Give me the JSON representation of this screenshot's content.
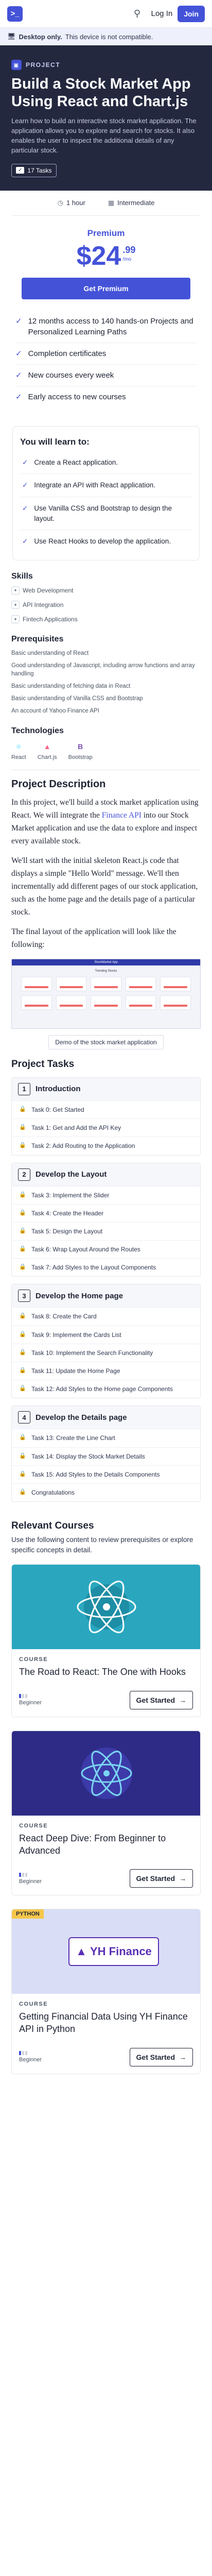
{
  "header": {
    "join_label": "Join",
    "login_label": "Log In"
  },
  "banner": {
    "strong": "Desktop only.",
    "text": "This device is not compatible."
  },
  "hero": {
    "kicker": "PROJECT",
    "title": "Build a Stock Market App Using React and Chart.js",
    "description": "Learn how to build an interactive stock market application. The application allows you to explore and search for stocks. It also enables the user to inspect the additional details of any particular stock.",
    "tasks_label": "17 Tasks"
  },
  "meta": {
    "duration": "1 hour",
    "level": "Intermediate"
  },
  "pricing": {
    "plan": "Premium",
    "dollars": "$24",
    "cents": ".99",
    "per": "/mo",
    "button": "Get Premium",
    "features": [
      "12 months access to 140 hands-on Projects and Personalized Learning Paths",
      "Completion certificates",
      "New courses every week",
      "Early access to new courses"
    ]
  },
  "learn": {
    "title": "You will learn to:",
    "items": [
      "Create a React application.",
      "Integrate an API with React application.",
      "Use Vanilla CSS and Bootstrap to design the layout.",
      "Use React Hooks to develop the application."
    ]
  },
  "skills": {
    "title": "Skills",
    "items": [
      "Web Development",
      "API Integration",
      "Fintech Applications"
    ]
  },
  "prereq": {
    "title": "Prerequisites",
    "items": [
      "Basic understanding of React",
      "Good understanding of Javascript, including arrow functions and array handling",
      "Basic understanding of fetching data in React",
      "Basic understanding of Vanilla CSS and Bootstrap",
      "An account of Yahoo Finance API"
    ]
  },
  "tech": {
    "title": "Technologies",
    "items": [
      "React",
      "Chart.js",
      "Bootstrap"
    ]
  },
  "description": {
    "title": "Project Description",
    "p1_a": "In this project, we'll build a stock market application using React. We will integrate the ",
    "p1_link": "Finance API",
    "p1_b": " into our Stock Market application and use the data to explore and inspect every available stock.",
    "p2": "We'll start with the initial skeleton React.js code that displays a simple \"Hello World\" message. We'll then incrementally add different pages of our stock application, such as the home page and the details page of a particular stock.",
    "p3": "The final layout of the application will look like the following:",
    "demo_header": "StockMarket App",
    "demo_title": "Trending Stocks",
    "caption": "Demo of the stock market application"
  },
  "tasks": {
    "title": "Project Tasks",
    "chapters": [
      {
        "num": "1",
        "title": "Introduction",
        "items": [
          "Task 0: Get Started",
          "Task 1: Get and Add the API Key",
          "Task 2: Add Routing to the Application"
        ]
      },
      {
        "num": "2",
        "title": "Develop the Layout",
        "items": [
          "Task 3: Implement the Slider",
          "Task 4: Create the Header",
          "Task 5: Design the Layout",
          "Task 6: Wrap Layout Around the Routes",
          "Task 7: Add Styles to the Layout Components"
        ]
      },
      {
        "num": "3",
        "title": "Develop the Home page",
        "items": [
          "Task 8: Create the Card",
          "Task 9: Implement the Cards List",
          "Task 10: Implement the Search Functionality",
          "Task 11: Update the Home Page",
          "Task 12: Add Styles to the Home page Components"
        ]
      },
      {
        "num": "4",
        "title": "Develop the Details page",
        "items": [
          "Task 13: Create the Line Chart",
          "Task 14: Display the Stock Market Details",
          "Task 15: Add Styles to the Details Components",
          "Congratulations"
        ]
      }
    ]
  },
  "related": {
    "title": "Relevant Courses",
    "subtitle": "Use the following content to review prerequisites or explore specific concepts in detail.",
    "courses": [
      {
        "label": "COURSE",
        "title": "The Road to React: The One with Hooks",
        "level": "Beginner",
        "cta": "Get Started"
      },
      {
        "label": "COURSE",
        "title": "React Deep Dive: From Beginner to Advanced",
        "level": "Beginner",
        "cta": "Get Started"
      },
      {
        "label": "COURSE",
        "title": "Getting Financial Data Using YH Finance API in Python",
        "level": "Beginner",
        "cta": "Get Started",
        "tag": "PYTHON",
        "logo_text": "YH Finance"
      }
    ]
  }
}
